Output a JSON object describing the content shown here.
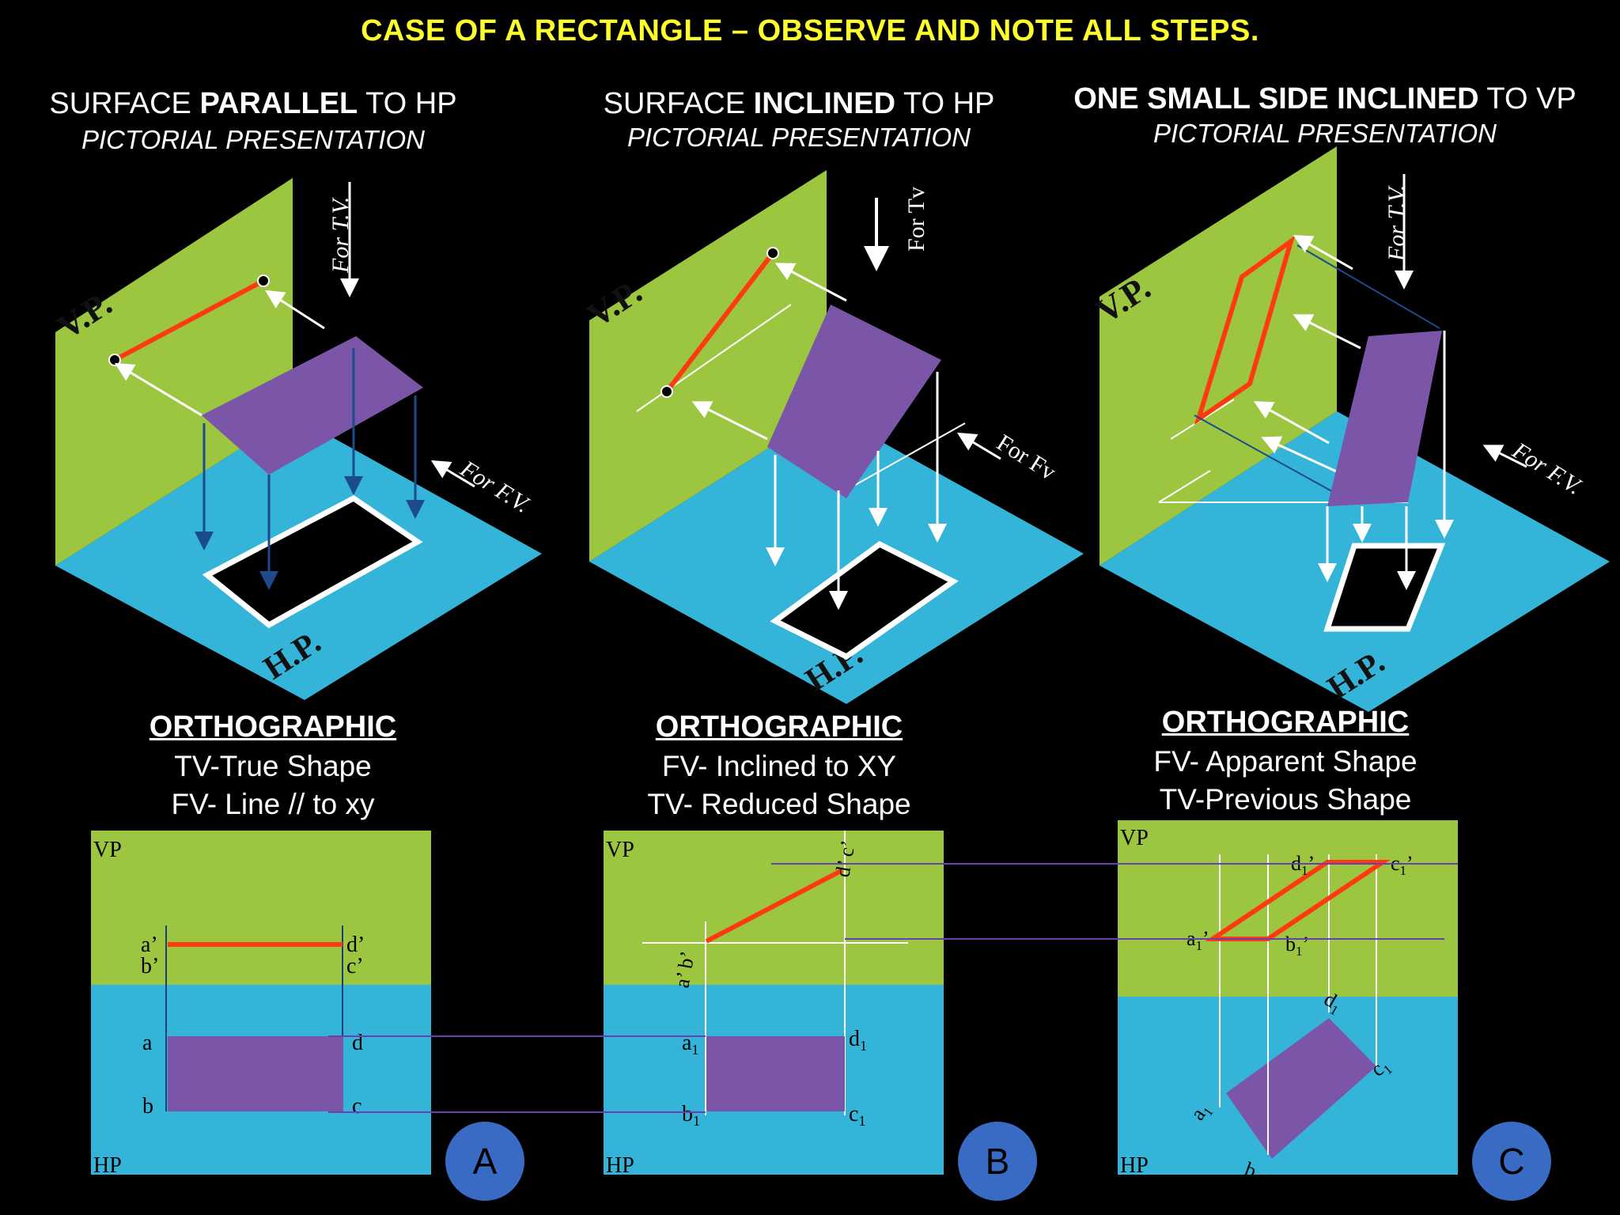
{
  "title": "CASE OF A RECTANGLE – OBSERVE AND NOTE ALL STEPS.",
  "colors": {
    "vp": "#9cc63f",
    "hp": "#35b4d9",
    "surface": "#7b56a8",
    "edge": "#ff3a10",
    "badge": "#3a6bc4",
    "title": "#ffff2a"
  },
  "panels": [
    {
      "head_pre": "SURFACE ",
      "head_bold": "PARALLEL",
      "head_post": " TO HP",
      "sub": "PICTORIAL PRESENTATION",
      "vp_label": "V.P.",
      "hp_label": "H.P.",
      "arrow_top": "For T.V.",
      "arrow_side": "For F.V.",
      "ortho_title": "ORTHOGRAPHIC",
      "ortho_line1": "TV-True Shape",
      "ortho_line2": "FV- Line // to xy",
      "badge": "A"
    },
    {
      "head_pre": "SURFACE ",
      "head_bold": "INCLINED",
      "head_post": " TO HP",
      "sub": "PICTORIAL PRESENTATION",
      "vp_label": "V.P.",
      "hp_label": "H.P.",
      "arrow_top": "For Tv",
      "arrow_side": "For Fv",
      "ortho_title": "ORTHOGRAPHIC",
      "ortho_line1": "FV- Inclined to XY",
      "ortho_line2": "TV- Reduced Shape",
      "badge": "B"
    },
    {
      "head_pre": "",
      "head_bold": "ONE SMALL SIDE INCLINED",
      "head_post": " TO VP",
      "sub": "PICTORIAL PRESENTATION",
      "vp_label": "V.P.",
      "hp_label": "H.P.",
      "arrow_top": "For T.V.",
      "arrow_side": "For F.V.",
      "ortho_title": "ORTHOGRAPHIC",
      "ortho_line1": "FV- Apparent Shape",
      "ortho_line2": "TV-Previous Shape",
      "badge": "C"
    }
  ],
  "ortho_labels": {
    "A": {
      "vp": "VP",
      "hp": "HP",
      "a_fv": "a’",
      "b_fv": "b’",
      "d_fv": "d’",
      "c_fv": "c’",
      "a": "a",
      "b": "b",
      "c": "c",
      "d": "d"
    },
    "B": {
      "vp": "VP",
      "hp": "HP",
      "ab_fv": "a’ b’",
      "dc_fv": "d’ c’",
      "a": "a",
      "d": "d",
      "b": "b",
      "c": "c",
      "sub": "1"
    },
    "C": {
      "vp": "VP",
      "hp": "HP",
      "a": "a",
      "b": "b",
      "c": "c",
      "d": "d",
      "sub": "1",
      "prime": "’"
    }
  }
}
